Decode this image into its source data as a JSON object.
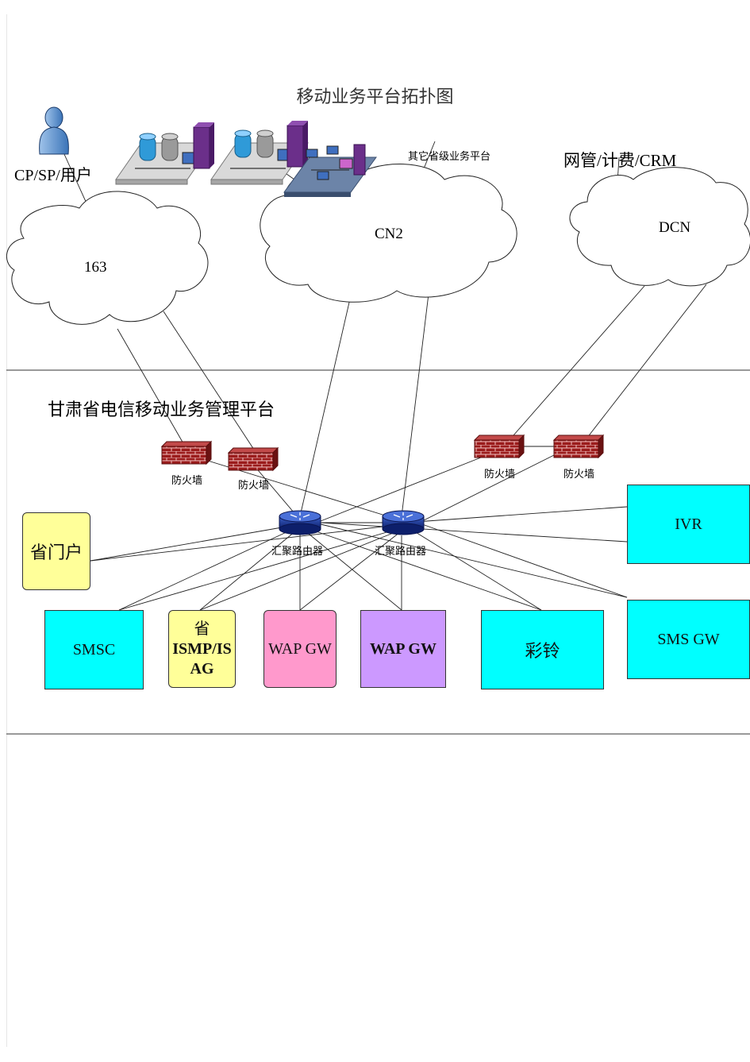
{
  "title": "移动业务平台拓扑图",
  "labels": {
    "cp_sp_user": "CP/SP/用户",
    "other_platform": "其它省级业务平台",
    "nms_billing": "网管/计费/CRM",
    "section_title": "甘肃省电信移动业务管理平台"
  },
  "clouds": {
    "c163": "163",
    "cn2": "CN2",
    "dcn": "DCN"
  },
  "firewalls": [
    "防火墙",
    "防火墙",
    "防火墙",
    "防火墙"
  ],
  "routers": [
    "汇聚路由器",
    "汇聚路由器"
  ],
  "boxes": {
    "portal": "省门户",
    "smsc": "SMSC",
    "isag_line1": "省",
    "isag_line2": "ISMP/IS",
    "isag_line3": "AG",
    "wap1": "WAP GW",
    "wap2": "WAP GW",
    "cailing": "彩铃",
    "ivr": "IVR",
    "smsgw": "SMS GW"
  },
  "colors": {
    "cyan": "#00ffff",
    "yellow": "#ffff99",
    "pink": "#ff99cc",
    "purple": "#cc99ff",
    "router": "#1f3a8a",
    "firewall": "#8b1a1a"
  }
}
